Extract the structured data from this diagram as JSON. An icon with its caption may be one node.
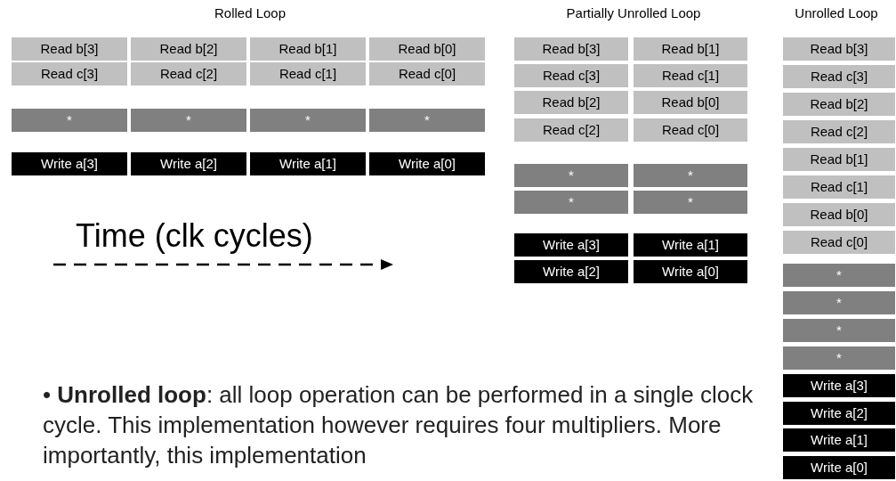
{
  "diagram": {
    "nodes": [
      {
        "text": [
          "Read b[3]"
        ]
      },
      {
        "text": [
          "Read b[2]"
        ]
      },
      {
        "text": [
          "Read b[1]"
        ]
      },
      {
        "text": [
          "Read b[0]"
        ]
      },
      {
        "text": [
          "Read c[3]"
        ]
      },
      {
        "text": [
          "Read c[2]"
        ]
      },
      {
        "text": [
          "Read c[1]"
        ]
      },
      {
        "text": [
          "Read c[0]"
        ]
      },
      {
        "text": [
          "*"
        ]
      },
      {
        "text": [
          "*"
        ]
      },
      {
        "text": [
          "*"
        ]
      },
      {
        "text": [
          "*"
        ]
      },
      {
        "text": [
          "Write a[3]"
        ]
      },
      {
        "text": [
          "Write a[2]"
        ]
      },
      {
        "text": [
          "Write a[1]"
        ]
      },
      {
        "text": [
          "Write a[0]"
        ]
      },
      {
        "text": [
          "Read b[3]"
        ]
      },
      {
        "text": [
          "Read b[1]"
        ]
      },
      {
        "text": [
          "Read c[3]"
        ]
      },
      {
        "text": [
          "Read c[1]"
        ]
      },
      {
        "text": [
          "Read b[2]"
        ]
      },
      {
        "text": [
          "Read b[0]"
        ]
      },
      {
        "text": [
          "Read c[2]"
        ]
      },
      {
        "text": [
          "Read c[0]"
        ]
      },
      {
        "text": [
          "*"
        ]
      },
      {
        "text": [
          "*"
        ]
      },
      {
        "text": [
          "*"
        ]
      },
      {
        "text": [
          "*"
        ]
      },
      {
        "text": [
          "Write a[3]"
        ]
      },
      {
        "text": [
          "Write a[1]"
        ]
      },
      {
        "text": [
          "Write a[2]"
        ]
      },
      {
        "text": [
          "Write a[0]"
        ]
      },
      {
        "text": [
          "Read b[3]"
        ]
      },
      {
        "text": [
          "Read c[3]"
        ]
      },
      {
        "text": [
          "Read b[2]"
        ]
      },
      {
        "text": [
          "Read c[2]"
        ]
      },
      {
        "text": [
          "Read b[1]"
        ]
      },
      {
        "text": [
          "Read c[1]"
        ]
      },
      {
        "text": [
          "Read b[0]"
        ]
      },
      {
        "text": [
          "Read c[0]"
        ]
      },
      {
        "text": [
          "*"
        ]
      },
      {
        "text": [
          "*"
        ]
      },
      {
        "text": [
          "*"
        ]
      },
      {
        "text": [
          "*"
        ]
      },
      {
        "text": [
          "Write a[3]"
        ]
      },
      {
        "text": [
          "Write a[2]"
        ]
      },
      {
        "text": [
          "Write a[1]"
        ]
      },
      {
        "text": [
          "Write a[0]"
        ]
      }
    ],
    "labels": [
      "Rolled Loop",
      "Partially Unrolled Loop",
      "Unrolled Loop",
      "Time (clk cycles)",
      "• **Unrolled loop**: all loop operation can be performed in a single clock cycle. This implementation however requires four multipliers. More importantly, this implementation"
    ]
  }
}
